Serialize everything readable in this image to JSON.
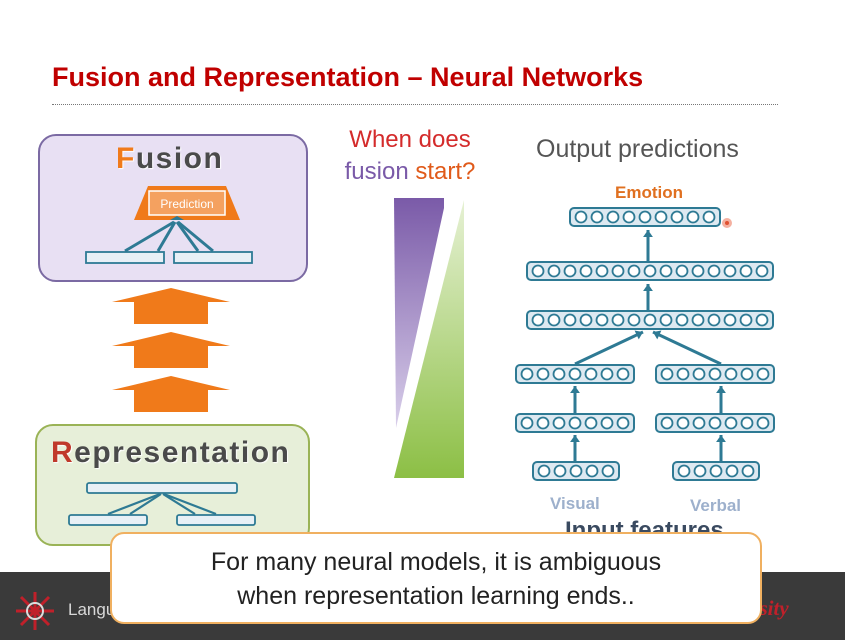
{
  "slide": {
    "title": "Fusion and Representation – Neural Networks"
  },
  "left_panel": {
    "fusion_first": "F",
    "fusion_rest": "usion",
    "prediction_label": "Prediction",
    "representation_first": "R",
    "representation_rest": "epresentation"
  },
  "question": {
    "line1": "When does",
    "line2_a": "fusion",
    "line2_b": " start?"
  },
  "right_panel": {
    "title": "Output predictions",
    "emotion_label": "Emotion",
    "visual_label": "Visual",
    "verbal_label": "Verbal",
    "input_features_label": "Input features"
  },
  "footer": {
    "left_text": "Langu",
    "right_text": "ersity"
  },
  "caption": {
    "line1": "For many neural models, it is ambiguous",
    "line2": "when representation learning ends.."
  },
  "colors": {
    "title_red": "#c00000",
    "fusion_bg": "#e8e0f3",
    "representation_bg": "#e7efd9",
    "network_teal": "#2e7a94",
    "arrow_orange": "#f07a1a",
    "wedge_purple": "#7a5aa8",
    "wedge_green": "#9cc45a"
  }
}
